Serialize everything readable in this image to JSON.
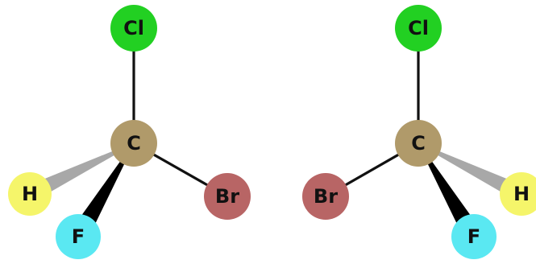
{
  "molecules": [
    {
      "id": "left",
      "atoms": [
        {
          "key": "c",
          "label": "C",
          "color": "#b09a6a"
        },
        {
          "key": "cl",
          "label": "Cl",
          "color": "#22d022"
        },
        {
          "key": "br",
          "label": "Br",
          "color": "#b86565"
        },
        {
          "key": "h",
          "label": "H",
          "color": "#f5f56a"
        },
        {
          "key": "f",
          "label": "F",
          "color": "#5ae8f2"
        }
      ]
    },
    {
      "id": "right",
      "atoms": [
        {
          "key": "c",
          "label": "C",
          "color": "#b09a6a"
        },
        {
          "key": "cl",
          "label": "Cl",
          "color": "#22d022"
        },
        {
          "key": "br",
          "label": "Br",
          "color": "#b86565"
        },
        {
          "key": "h",
          "label": "H",
          "color": "#f5f56a"
        },
        {
          "key": "f",
          "label": "F",
          "color": "#5ae8f2"
        }
      ]
    }
  ],
  "bond_colors": {
    "plain": "#111111",
    "wedge": "#000000",
    "hashed": "#a8a8a8"
  }
}
